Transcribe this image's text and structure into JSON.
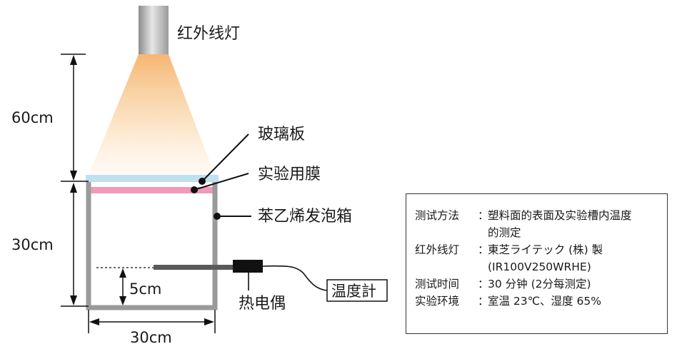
{
  "labels": {
    "ir_lamp": "红外线灯",
    "glass_plate": "玻璃板",
    "test_film": "实验用膜",
    "foam_box": "苯乙烯发泡箱",
    "thermocouple": "热电偶",
    "thermometer": "温度計",
    "dim_60": "60cm",
    "dim_30_height": "30cm",
    "dim_5": "5cm",
    "dim_30_width": "30cm"
  },
  "info": {
    "method_key": "测试方法",
    "method_line1": "塑料面的表面及实验槽内温度",
    "method_line2": "的测定",
    "lamp_key": "红外线灯",
    "lamp_line1": "東芝ライテック (株) 製",
    "lamp_line2": "(IR100V250WRHE)",
    "time_key": "测试时间",
    "time_value": "30 分钟 (2分每测定)",
    "env_key": "实验环境",
    "env_value": "室温 23℃、湿度 65%",
    "separator": "："
  },
  "colors": {
    "glass": "#bfe0ef",
    "film": "#f09ab8",
    "box_wall": "#9a9a9a",
    "light_cone_top": "#f5b26b"
  }
}
